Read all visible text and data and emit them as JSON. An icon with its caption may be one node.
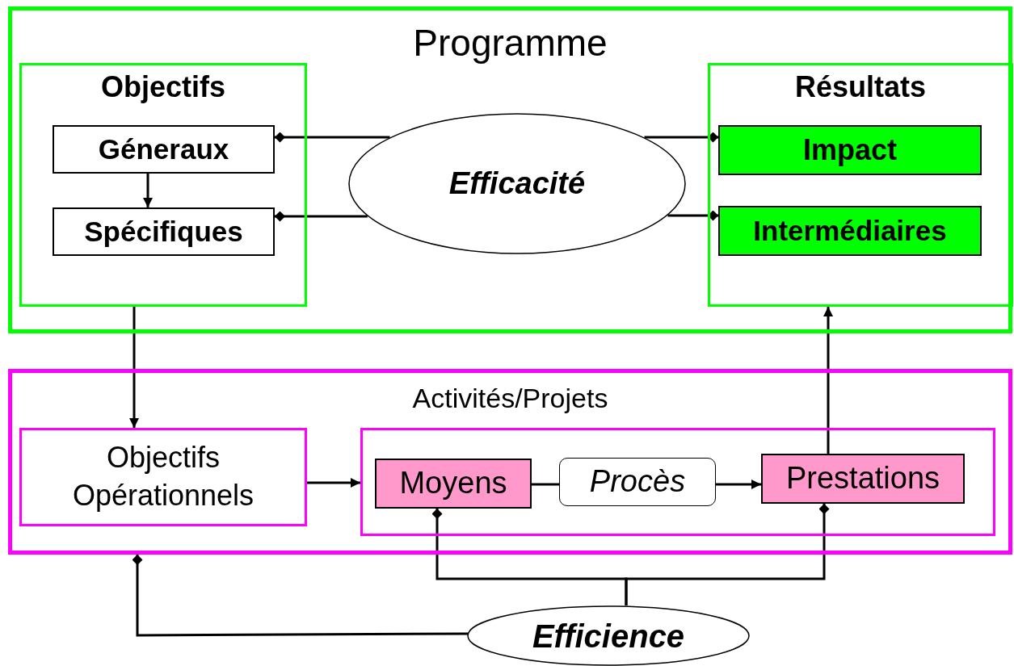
{
  "diagram": {
    "nodes": [
      {
        "text": [
          "Programme"
        ]
      },
      {
        "text": [
          "Objectifs"
        ],
        "in": 0
      },
      {
        "text": [
          "Géneraux"
        ],
        "in": 1
      },
      {
        "text": [
          "Spécifiques"
        ],
        "in": 1
      },
      {
        "text": [
          "Efficacité"
        ],
        "in": 0
      },
      {
        "text": [
          "Résultats"
        ],
        "in": 0
      },
      {
        "text": [
          "Impact"
        ],
        "in": 5
      },
      {
        "text": [
          "Intermédiaires"
        ],
        "in": 5
      },
      {
        "text": [
          "Activités/Projets"
        ]
      },
      {
        "text": [
          "Objectifs Opérationnels"
        ],
        "in": 8
      },
      {
        "text": [],
        "shape": "box",
        "in": 8
      },
      {
        "text": [
          "Moyens"
        ],
        "in": 10
      },
      {
        "text": [
          "Procès"
        ],
        "in": 10
      },
      {
        "text": [
          "Prestations"
        ],
        "in": 10
      },
      {
        "text": [
          "Efficience"
        ]
      }
    ],
    "edges": [
      {
        "from": 2,
        "to": 3,
        "arrow": "to"
      },
      {
        "from": 4,
        "to": 2,
        "arrow": "other"
      },
      {
        "from": 4,
        "to": 3,
        "arrow": "other"
      },
      {
        "from": 4,
        "to": 6,
        "arrow": "other"
      },
      {
        "from": 4,
        "to": 7,
        "arrow": "other"
      },
      {
        "from": 1,
        "to": 9,
        "arrow": "to"
      },
      {
        "from": 9,
        "to": 10,
        "arrow": "to"
      },
      {
        "from": 11,
        "to": 12,
        "arrow": "none"
      },
      {
        "from": 12,
        "to": 13,
        "arrow": "to"
      },
      {
        "from": 13,
        "to": 5,
        "arrow": "to"
      },
      {
        "from": 14,
        "to": 8,
        "arrow": "other"
      },
      {
        "from": 14,
        "to": 11,
        "arrow": "other"
      },
      {
        "from": 14,
        "to": 13,
        "arrow": "other"
      }
    ]
  }
}
